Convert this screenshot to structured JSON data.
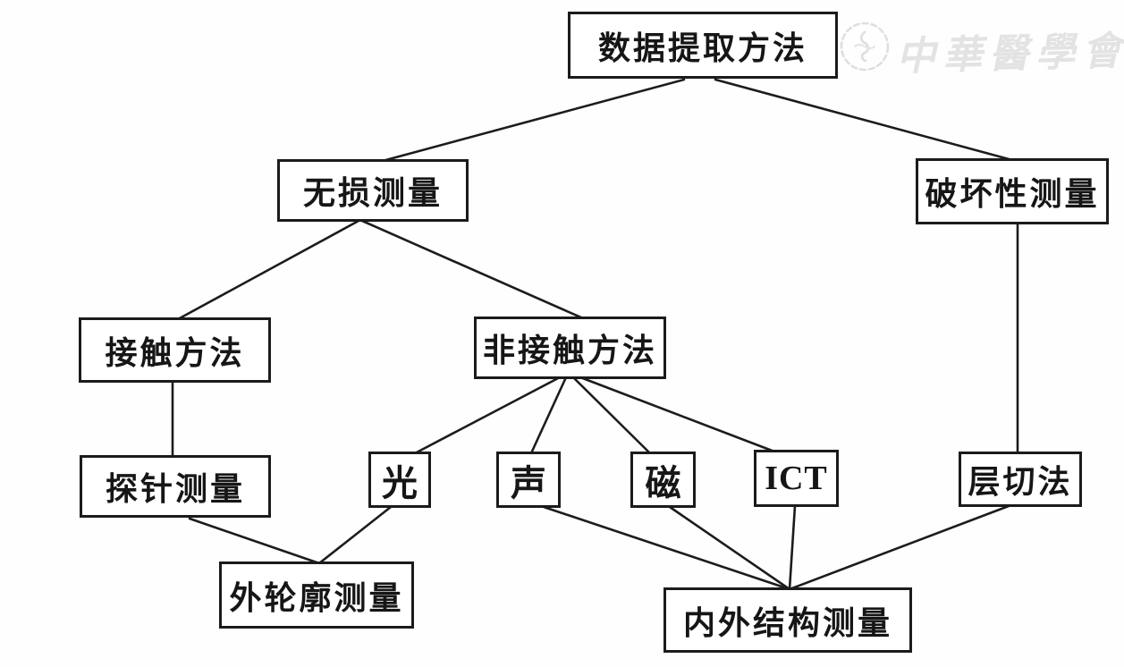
{
  "diagram": {
    "nodes": {
      "root": {
        "label": "数据提取方法"
      },
      "nondestructive": {
        "label": "无损测量"
      },
      "destructive": {
        "label": "破坏性测量"
      },
      "contact": {
        "label": "接触方法"
      },
      "noncontact": {
        "label": "非接触方法"
      },
      "probe": {
        "label": "探针测量"
      },
      "light": {
        "label": "光"
      },
      "sound": {
        "label": "声"
      },
      "magnetic": {
        "label": "磁"
      },
      "ict": {
        "label": "ICT"
      },
      "slicing": {
        "label": "层切法"
      },
      "outer_contour": {
        "label": "外轮廓测量"
      },
      "inner_outer": {
        "label": "内外结构测量"
      }
    },
    "edges": [
      {
        "from": "root",
        "to": "nondestructive"
      },
      {
        "from": "root",
        "to": "destructive"
      },
      {
        "from": "nondestructive",
        "to": "contact"
      },
      {
        "from": "nondestructive",
        "to": "noncontact"
      },
      {
        "from": "contact",
        "to": "probe"
      },
      {
        "from": "noncontact",
        "to": "light"
      },
      {
        "from": "noncontact",
        "to": "sound"
      },
      {
        "from": "noncontact",
        "to": "magnetic"
      },
      {
        "from": "noncontact",
        "to": "ict"
      },
      {
        "from": "destructive",
        "to": "slicing"
      },
      {
        "from": "probe",
        "to": "outer_contour"
      },
      {
        "from": "light",
        "to": "outer_contour"
      },
      {
        "from": "sound",
        "to": "inner_outer"
      },
      {
        "from": "magnetic",
        "to": "inner_outer"
      },
      {
        "from": "ict",
        "to": "inner_outer"
      },
      {
        "from": "slicing",
        "to": "inner_outer"
      }
    ],
    "line_color": "#1c1c1c",
    "box_border_color": "#1b1b1b"
  },
  "watermark": {
    "text": "中華醫學會",
    "color": "#e3e3e3"
  }
}
